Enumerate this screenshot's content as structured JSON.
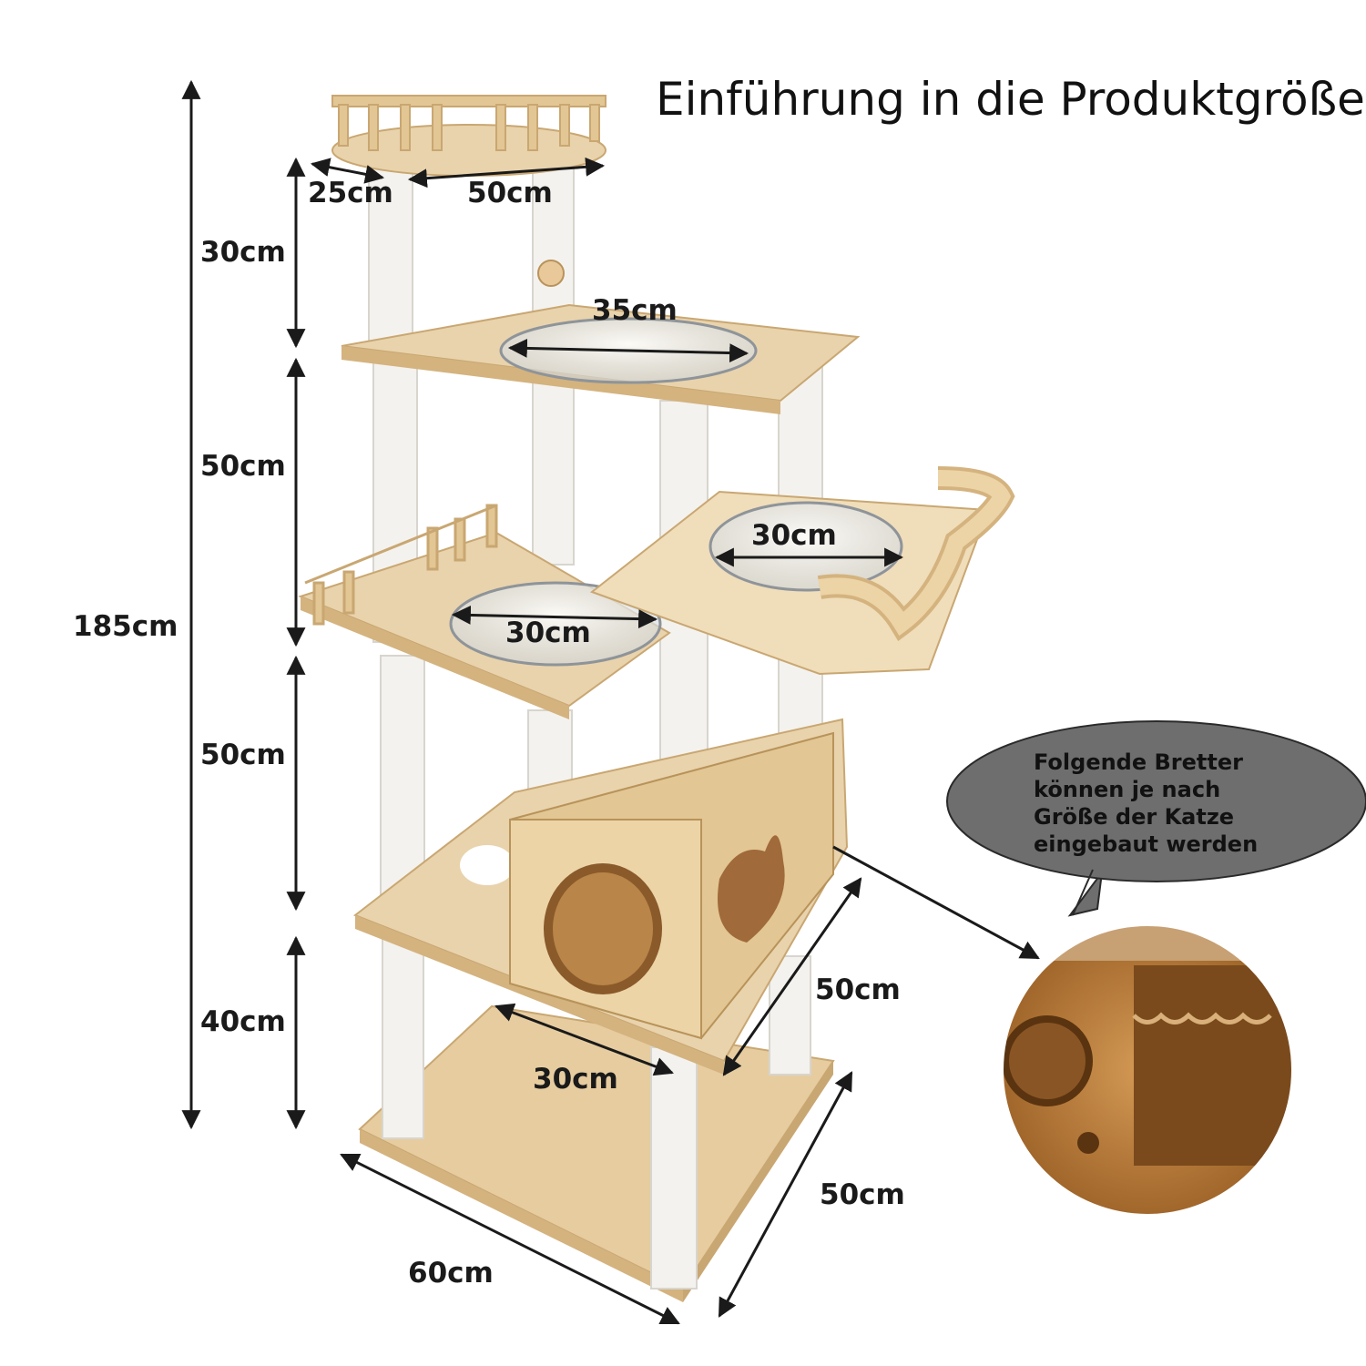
{
  "title": "Einführung in die Produktgröße",
  "dimensions": {
    "total_height": "185cm",
    "top_section_height": "30cm",
    "second_section_height": "50cm",
    "third_section_height": "50cm",
    "bottom_section_height": "40cm",
    "top_platform_depth": "25cm",
    "top_platform_width": "50cm",
    "hammock_large_diameter": "35cm",
    "hammock_right_diameter": "30cm",
    "hammock_left_diameter": "30cm",
    "house_width": "30cm",
    "house_depth": "50cm",
    "base_width": "60cm",
    "base_depth": "50cm"
  },
  "callout": {
    "lines": [
      "Folgende Bretter",
      "können je nach",
      "Größe der Katze",
      "eingebaut werden"
    ]
  },
  "colors": {
    "wood": "#e9d3ac",
    "wood_edge": "#d4b37f",
    "post": "#f4f2ee",
    "bubble": "#6e6e6e",
    "arrow": "#1a1a1a"
  }
}
